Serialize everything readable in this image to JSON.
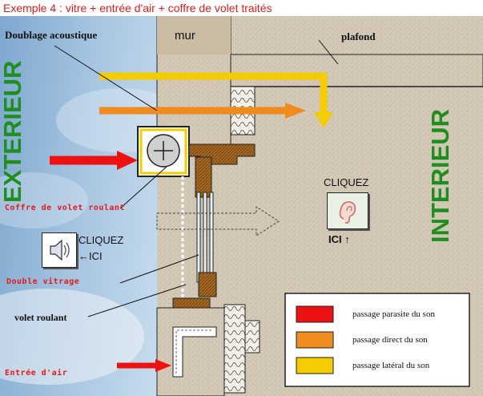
{
  "title": "Exemple 4 : vitre + entrée d'air + coffre de volet traités",
  "labels": {
    "doublage": "Doublage acoustique",
    "mur": "mur",
    "plafond": "plafond",
    "exterieur": "EXTERIEUR",
    "interieur": "INTERIEUR",
    "coffre": "Coffre de volet roulant",
    "double_vitrage": "Double vitrage",
    "volet": "volet roulant",
    "entree_air": "Entrée d'air"
  },
  "click_left": {
    "line1": "CLIQUEZ",
    "line2": "ICI",
    "arrow": "←",
    "icon": "speaker-icon"
  },
  "click_right": {
    "line1": "CLIQUEZ",
    "line2": "ICI",
    "arrow": "↑",
    "icon": "ear-icon"
  },
  "legend": [
    {
      "label": "passage parasite du son",
      "color": "#ee1111"
    },
    {
      "label": "passage direct du son",
      "color": "#f08c1e"
    },
    {
      "label": "passage latéral du son",
      "color": "#f5cc00"
    }
  ],
  "colors": {
    "title": "#e31b1b",
    "exterior_label": "#1e8f1e",
    "concrete": "#d2c6b4",
    "wood": "#a8651e",
    "sky": "#8bb4d6"
  }
}
